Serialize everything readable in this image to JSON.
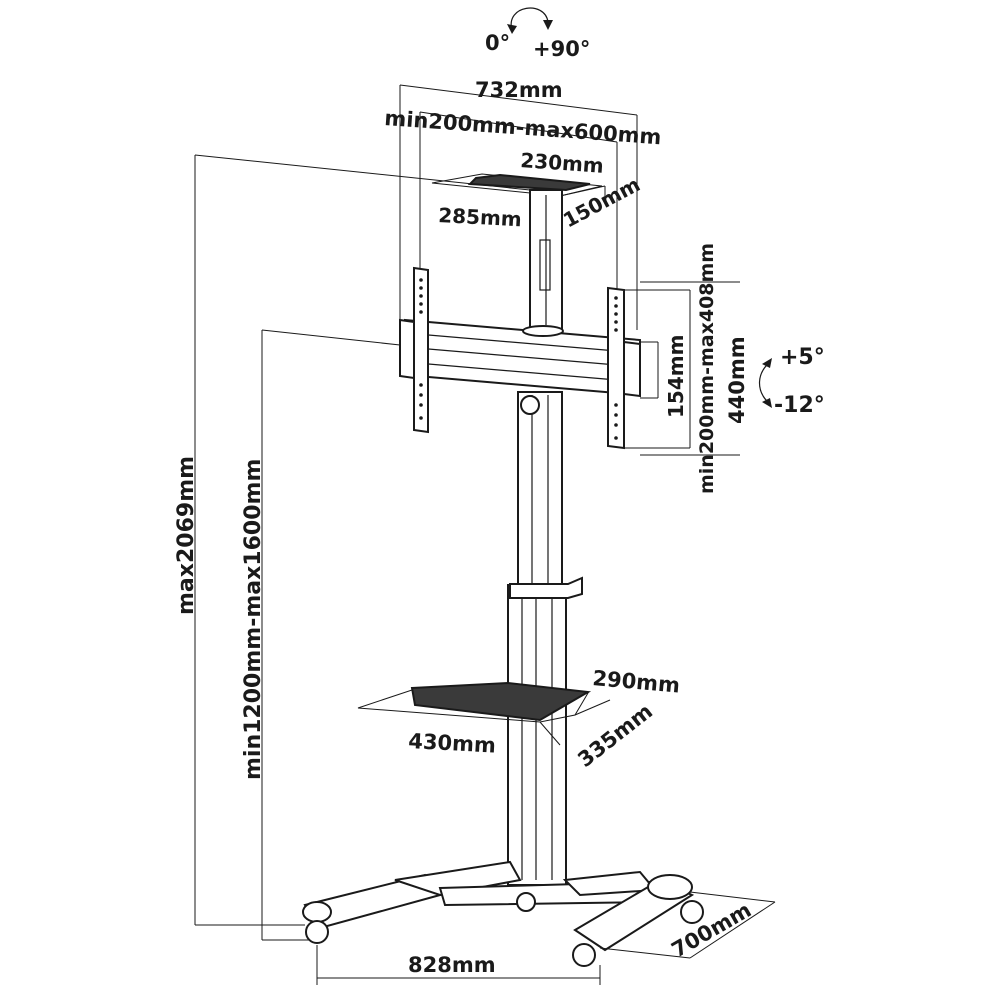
{
  "labels": {
    "rot_0": "0°",
    "rot_90": "+90°",
    "width_732": "732mm",
    "vesa_w": "min200mm-max600mm",
    "top_230": "230mm",
    "top_285": "285mm",
    "top_150": "150mm",
    "vesa_h": "min200mm-max408mm",
    "h_154": "154mm",
    "h_440": "440mm",
    "tilt_up": "+5°",
    "tilt_down": "-12°",
    "max_height": "max2069mm",
    "center_height": "min1200mm-max1600mm",
    "shelf_290": "290mm",
    "shelf_430": "430mm",
    "shelf_335": "335mm",
    "base_828": "828mm",
    "base_700": "700mm"
  }
}
